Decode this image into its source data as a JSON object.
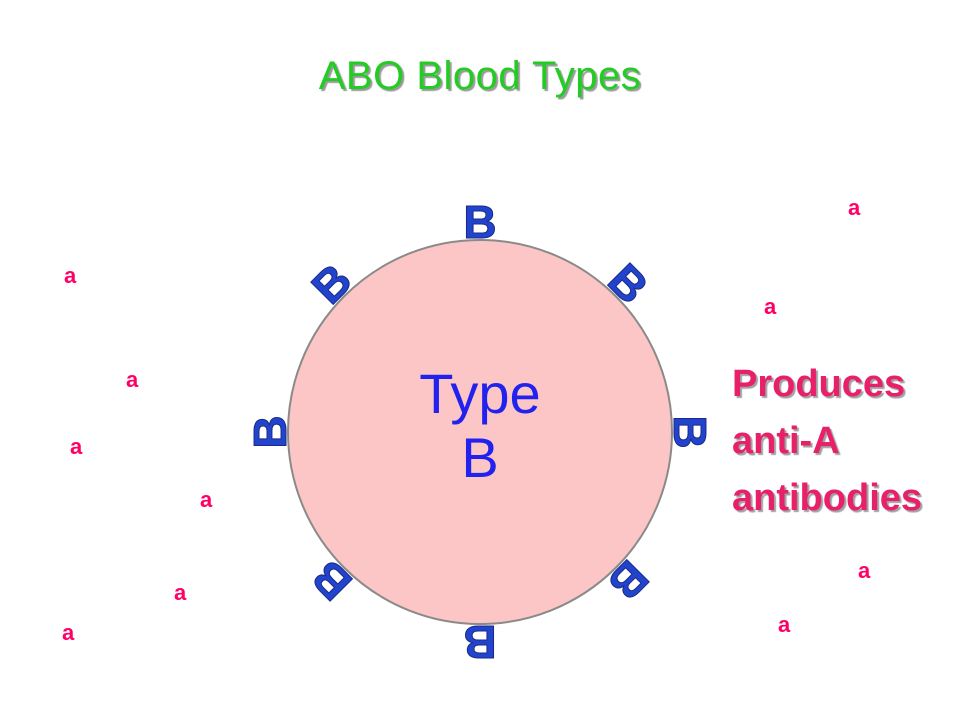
{
  "title": "ABO Blood Types",
  "cell": {
    "label_line1": "Type",
    "label_line2": "B",
    "fill_color": "#fcc6c6",
    "stroke_color": "#8a8a8a"
  },
  "antigen": {
    "letter": "B",
    "color": "#2244cc",
    "count": 8
  },
  "produces": {
    "line1": "Produces",
    "line2": "anti-A",
    "line3": "antibodies",
    "color": "#e8206a"
  },
  "antibodies": [
    "a",
    "a",
    "a",
    "a",
    "a",
    "a",
    "a",
    "a",
    "a",
    "a"
  ],
  "colors": {
    "title": "#22cc22",
    "label": "#2222ee",
    "antibody": "#ff0066"
  }
}
